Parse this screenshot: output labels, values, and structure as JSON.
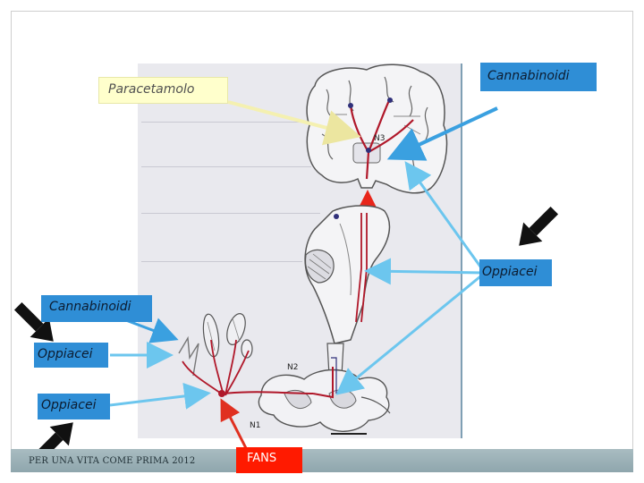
{
  "labels": {
    "paracetamolo": "Paracetamolo",
    "cannabinoidi_top": "Cannabinoidi",
    "oppiacei_right": "Oppiacei",
    "cannabinoidi_left": "Cannabinoidi",
    "oppiacei_left_1": "Oppiacei",
    "oppiacei_left_2": "Oppiacei",
    "fans": "FANS"
  },
  "diagram_text": {
    "n1": "N1",
    "n2": "N2",
    "n3": "N3"
  },
  "footer": {
    "text": "PER UNA VITA COME PRIMA  2012"
  },
  "colors": {
    "label_blue": "#2f8ed6",
    "label_yellow": "#ffffcc",
    "label_red": "#ff1a00",
    "arrow_blue": "#3aa0e0",
    "arrow_cyan": "#6cc6ee",
    "arrow_yellow": "#f4f0b0",
    "nerve_red": "#b0182a"
  }
}
